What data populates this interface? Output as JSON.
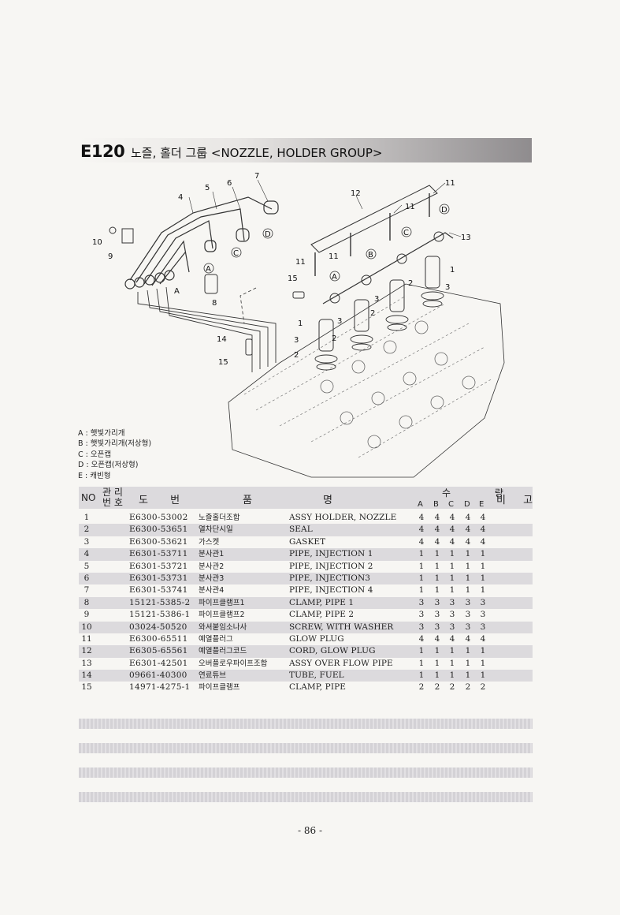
{
  "header": {
    "code": "E120",
    "title": "노즐, 홀더 그룹 <NOZZLE, HOLDER GROUP>"
  },
  "diagram": {
    "callouts": [
      "1",
      "2",
      "3",
      "4",
      "5",
      "6",
      "7",
      "8",
      "9",
      "10",
      "11",
      "12",
      "13",
      "14",
      "15"
    ],
    "markers": [
      "A",
      "B",
      "C",
      "D"
    ]
  },
  "legend": {
    "items": [
      "A : 햇빛가리개",
      "B : 햇빛가리개(저상형)",
      "C : 오픈캡",
      "D : 오픈캡(저상형)",
      "E : 캐빈형"
    ]
  },
  "table": {
    "headers": {
      "no": "NO",
      "mgmt_top": "관 리",
      "mgmt_bottom": "번 호",
      "drawing": "도 번",
      "name_a": "품",
      "name_b": "명",
      "qty": "수 량",
      "qty_cols": [
        "A",
        "B",
        "C",
        "D",
        "E"
      ],
      "note": "비 고"
    },
    "rows": [
      {
        "no": "1",
        "code": "E6300-53002",
        "kr": "노즐홀더조합",
        "en": "ASSY HOLDER, NOZZLE",
        "qty": [
          "4",
          "4",
          "4",
          "4",
          "4"
        ]
      },
      {
        "no": "2",
        "code": "E6300-53651",
        "kr": "열차단시일",
        "en": "SEAL",
        "qty": [
          "4",
          "4",
          "4",
          "4",
          "4"
        ]
      },
      {
        "no": "3",
        "code": "E6300-53621",
        "kr": "가스켓",
        "en": "GASKET",
        "qty": [
          "4",
          "4",
          "4",
          "4",
          "4"
        ]
      },
      {
        "no": "4",
        "code": "E6301-53711",
        "kr": "분사관1",
        "en": "PIPE, INJECTION 1",
        "qty": [
          "1",
          "1",
          "1",
          "1",
          "1"
        ]
      },
      {
        "no": "5",
        "code": "E6301-53721",
        "kr": "분사관2",
        "en": "PIPE, INJECTION 2",
        "qty": [
          "1",
          "1",
          "1",
          "1",
          "1"
        ]
      },
      {
        "no": "6",
        "code": "E6301-53731",
        "kr": "분사관3",
        "en": "PIPE, INJECTION3",
        "qty": [
          "1",
          "1",
          "1",
          "1",
          "1"
        ]
      },
      {
        "no": "7",
        "code": "E6301-53741",
        "kr": "분사관4",
        "en": "PIPE, INJECTION 4",
        "qty": [
          "1",
          "1",
          "1",
          "1",
          "1"
        ]
      },
      {
        "no": "8",
        "code": "15121-5385-2",
        "kr": "파이프클램프1",
        "en": "CLAMP, PIPE 1",
        "qty": [
          "3",
          "3",
          "3",
          "3",
          "3"
        ]
      },
      {
        "no": "9",
        "code": "15121-5386-1",
        "kr": "파이프클램프2",
        "en": "CLAMP, PIPE 2",
        "qty": [
          "3",
          "3",
          "3",
          "3",
          "3"
        ]
      },
      {
        "no": "10",
        "code": "03024-50520",
        "kr": "와셔붙임소나사",
        "en": "SCREW, WITH WASHER",
        "qty": [
          "3",
          "3",
          "3",
          "3",
          "3"
        ]
      },
      {
        "no": "11",
        "code": "E6300-65511",
        "kr": "예열플러그",
        "en": "GLOW PLUG",
        "qty": [
          "4",
          "4",
          "4",
          "4",
          "4"
        ]
      },
      {
        "no": "12",
        "code": "E6305-65561",
        "kr": "예열플러그코드",
        "en": "CORD, GLOW PLUG",
        "qty": [
          "1",
          "1",
          "1",
          "1",
          "1"
        ]
      },
      {
        "no": "13",
        "code": "E6301-42501",
        "kr": "오버플로우파이프조합",
        "en": "ASSY OVER FLOW PIPE",
        "qty": [
          "1",
          "1",
          "1",
          "1",
          "1"
        ]
      },
      {
        "no": "14",
        "code": "09661-40300",
        "kr": "연료튜브",
        "en": "TUBE, FUEL",
        "qty": [
          "1",
          "1",
          "1",
          "1",
          "1"
        ]
      },
      {
        "no": "15",
        "code": "14971-4275-1",
        "kr": "파이프클램프",
        "en": "CLAMP, PIPE",
        "qty": [
          "2",
          "2",
          "2",
          "2",
          "2"
        ]
      }
    ]
  },
  "footer": {
    "page_number": "- 86 -"
  }
}
